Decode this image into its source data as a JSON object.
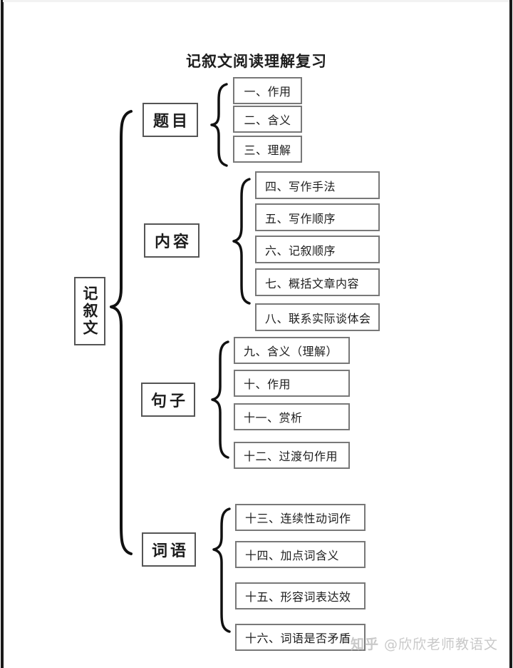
{
  "document": {
    "title": "记叙文阅读理解复习",
    "root_label": "记叙文",
    "watermark_logo": "知乎",
    "watermark_handle": "@欣欣老师教语文"
  },
  "colors": {
    "background": "#ffffff",
    "text": "#1d1d1d",
    "box_border": "#787878",
    "branch_border": "#555555",
    "brace": "#111111",
    "page_edge": "#1a1a1a",
    "watermark": "#c9c9c9"
  },
  "branches": [
    {
      "label": "题目",
      "items": [
        {
          "index": "一",
          "text": "一、作用"
        },
        {
          "index": "二",
          "text": "二、含义"
        },
        {
          "index": "三",
          "text": "三、理解"
        }
      ]
    },
    {
      "label": "内容",
      "items": [
        {
          "index": "四",
          "text": "四、写作手法"
        },
        {
          "index": "五",
          "text": "五、写作顺序"
        },
        {
          "index": "六",
          "text": "六、记叙顺序"
        },
        {
          "index": "七",
          "text": "七、概括文章内容"
        },
        {
          "index": "八",
          "text": "八、联系实际谈体会"
        }
      ]
    },
    {
      "label": "句子",
      "items": [
        {
          "index": "九",
          "text": "九、含义（理解）"
        },
        {
          "index": "十",
          "text": "十、作用"
        },
        {
          "index": "十一",
          "text": "十一、赏析"
        },
        {
          "index": "十二",
          "text": "十二、过渡句作用"
        }
      ]
    },
    {
      "label": "词语",
      "items": [
        {
          "index": "十三",
          "text": "十三、连续性动词作"
        },
        {
          "index": "十四",
          "text": "十四、加点词含义"
        },
        {
          "index": "十五",
          "text": "十五、形容词表达效"
        },
        {
          "index": "十六",
          "text": "十六、词语是否矛盾"
        }
      ]
    }
  ]
}
